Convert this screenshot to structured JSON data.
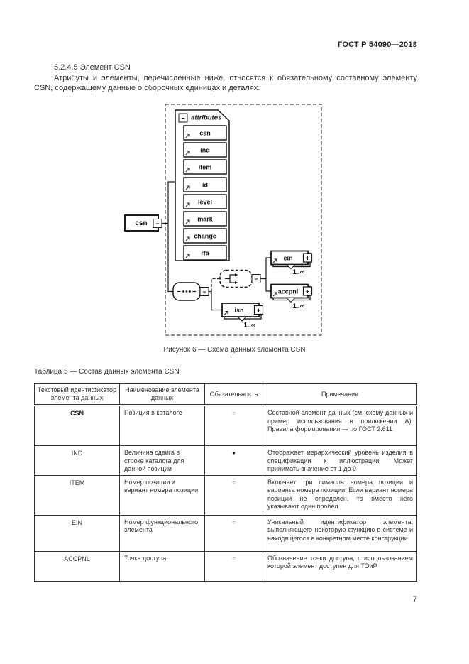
{
  "page": {
    "header": "ГОСТ Р 54090—2018",
    "page_number": "7"
  },
  "section": {
    "heading": "5.2.4.5 Элемент CSN",
    "paragraph": "Атрибуты и элементы, перечисленные ниже, относятся к обязательному составному элементу CSN, содержащему данные о сборочных единицах и деталях."
  },
  "figure": {
    "caption": "Рисунок 6 — Схема данных элемента CSN",
    "root_element": "csn",
    "attributes_label": "attributes",
    "attributes": [
      "csn",
      "ind",
      "item",
      "id",
      "level",
      "mark",
      "change",
      "rfa"
    ],
    "child_elements": [
      {
        "name": "ein",
        "multiplicity": "1..∞"
      },
      {
        "name": "accpnl",
        "multiplicity": "1..∞"
      },
      {
        "name": "isn",
        "multiplicity": "1..∞"
      }
    ],
    "collapse_glyph": "−",
    "expand_glyph": "+"
  },
  "table": {
    "title": "Таблица 5 — Состав данных элемента CSN",
    "columns": [
      "Текстовый идентификатор элемента данных",
      "Наименование элемента данных",
      "Обязательность",
      "Примечания"
    ],
    "rows": [
      {
        "id": "CSN",
        "name": "Позиция в каталоге",
        "mandatory": "○",
        "note": "Составной элемент данных (см. схему данных и пример использования в приложении А). Правила формирования — по ГОСТ 2.611"
      },
      {
        "id": "IND",
        "name": "Величина сдвига в строке каталога для данной позиции",
        "mandatory": "●",
        "note": "Отображает иерархический уровень изделия в спецификации к иллюстрации. Может принимать значение от 1 до 9"
      },
      {
        "id": "ITEM",
        "name": "Номер позиции и вариант номера позиции",
        "mandatory": "○",
        "note": "Включает три символа номера позиции и варианта номера позиции. Если вариант номера позиции не определен, то вместо него указывают один пробел"
      },
      {
        "id": "EIN",
        "name": "Номер функционального элемента",
        "mandatory": "○",
        "note": "Уникальный идентификатор элемента, выполняющего некоторую функцию в системе и находящегося в конкретном месте конструкции"
      },
      {
        "id": "ACCPNL",
        "name": "Точка доступа",
        "mandatory": "○",
        "note": "Обозначение точки доступа, с использованием которой элемент доступен для ТОиР"
      }
    ]
  }
}
